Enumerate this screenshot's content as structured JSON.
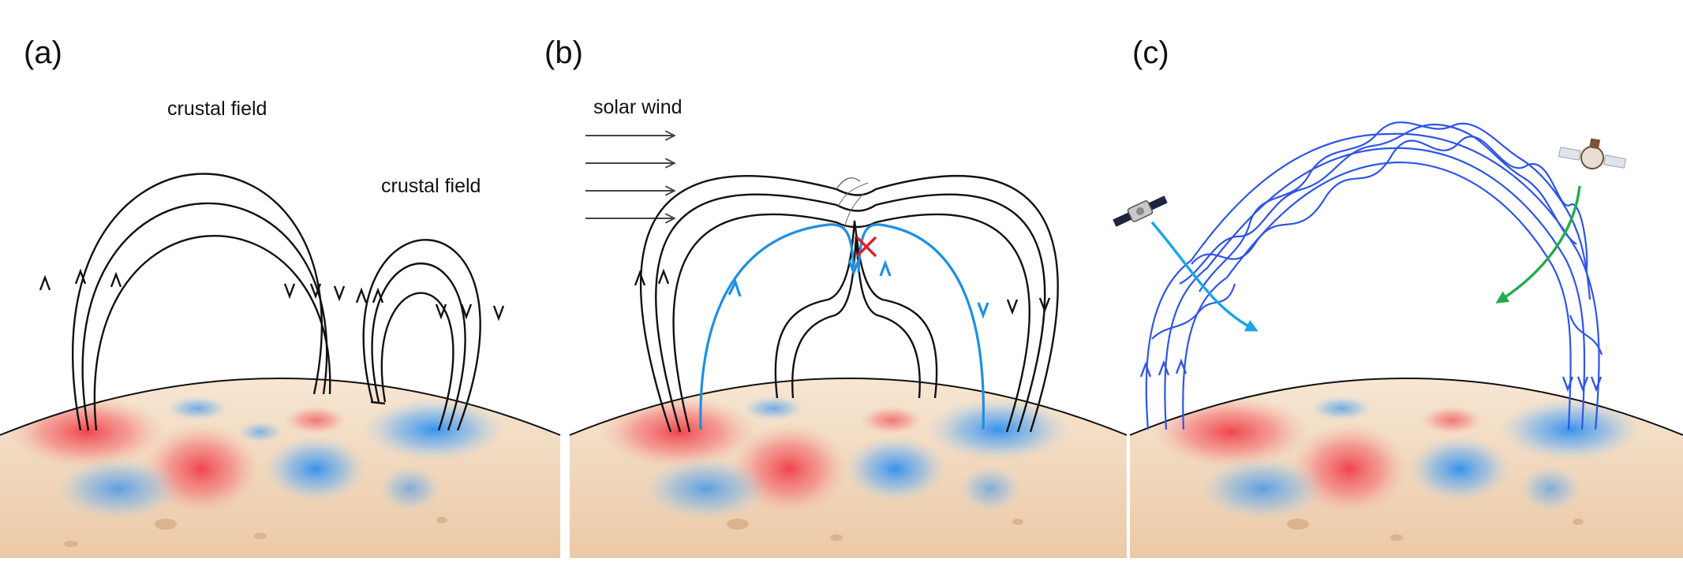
{
  "panels": [
    {
      "label": "(a)",
      "annotations": [
        "crustal field",
        "crustal field"
      ]
    },
    {
      "label": "(b)",
      "annotations": [
        "solar wind"
      ]
    },
    {
      "label": "(c)",
      "annotations": []
    }
  ],
  "colors": {
    "background": "#ffffff",
    "field_line": "#111111",
    "reconnected_line": "#1e8fe3",
    "flux_rope": "#2f55e6",
    "spacecraft_track_1": "#18a6e8",
    "spacecraft_track_2": "#1fae4b",
    "reconnection_marker": "#e21f26",
    "positive_polarity": "#f03c46",
    "negative_polarity": "#2d8ef0",
    "surface": "#f1d9bd",
    "solar_wind_arrow": "#444444"
  },
  "icons": {
    "reconnection_marker": "x-mark-icon",
    "spacecraft": "satellite-icon"
  }
}
